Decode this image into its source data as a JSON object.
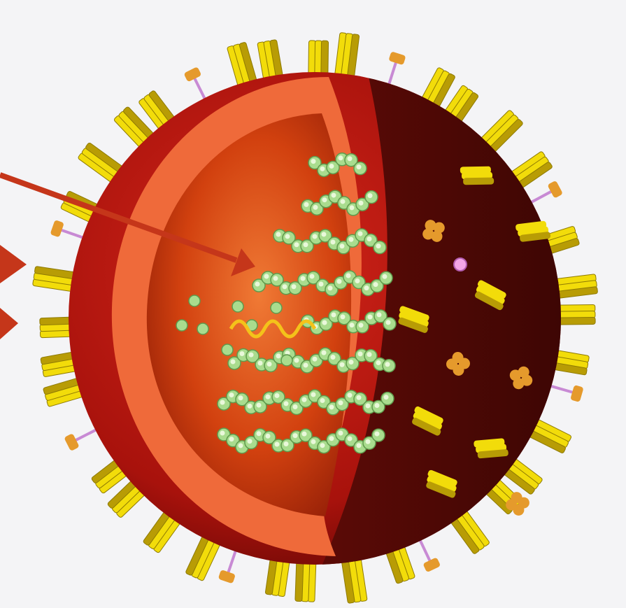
{
  "diagram": {
    "subject": "cutaway-virus-particle",
    "colors": {
      "background": "#f4f4f6",
      "envelope_outer": "#b3150f",
      "envelope_shadow": "#5e0b07",
      "matrix_layer": "#ef6a3a",
      "interior": "#d2410f",
      "spike_yellow": "#f2dc0a",
      "spike_dark": "#b89c05",
      "mushroom_orange": "#e59a2c",
      "stalk_pink": "#c88ad4",
      "rnp_green": "#a9dc8e",
      "rna_yellow": "#f4c21a",
      "pointer_arrow": "#c5361a"
    },
    "pointer_arrows": [
      {
        "name": "arrow-to-interior",
        "points_to": "interior-rnp-segments"
      },
      {
        "name": "arrow-to-spikes",
        "points_to": "surface-spikes"
      },
      {
        "name": "arrow-to-membrane",
        "points_to": "lipid-envelope"
      }
    ],
    "labels": []
  }
}
